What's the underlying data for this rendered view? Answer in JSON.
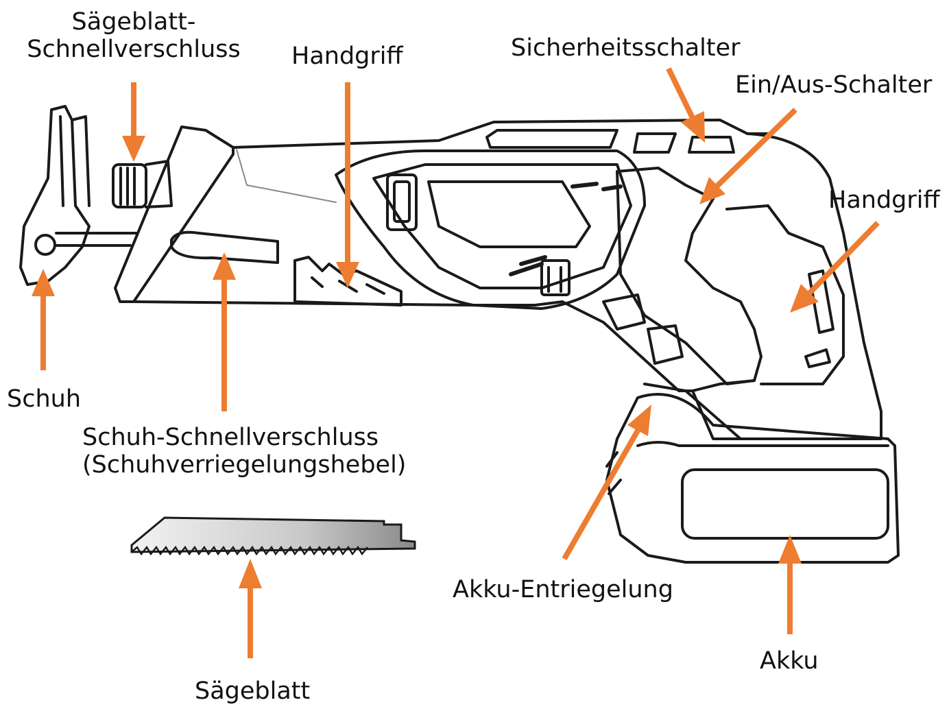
{
  "labels": {
    "saegeblatt_schnellverschluss": [
      "Sägeblatt-",
      "Schnellverschluss"
    ],
    "handgriff_front": "Handgriff",
    "sicherheitsschalter": "Sicherheitsschalter",
    "ein_aus_schalter": "Ein/Aus-Schalter",
    "handgriff_rear": "Handgriff",
    "schuh": "Schuh",
    "schuh_schnellverschluss": [
      "Schuh-Schnellverschluss",
      "(Schuhverriegelungshebel)"
    ],
    "saegeblatt": "Sägeblatt",
    "akku_entriegelung": "Akku-Entriegelung",
    "akku": "Akku"
  },
  "colors": {
    "arrow": "#ED7D31",
    "outline": "#1a1a1a",
    "text": "#111111"
  },
  "icons": {
    "tool": "reciprocating-saw-line-drawing",
    "blade": "saw-blade-icon"
  }
}
